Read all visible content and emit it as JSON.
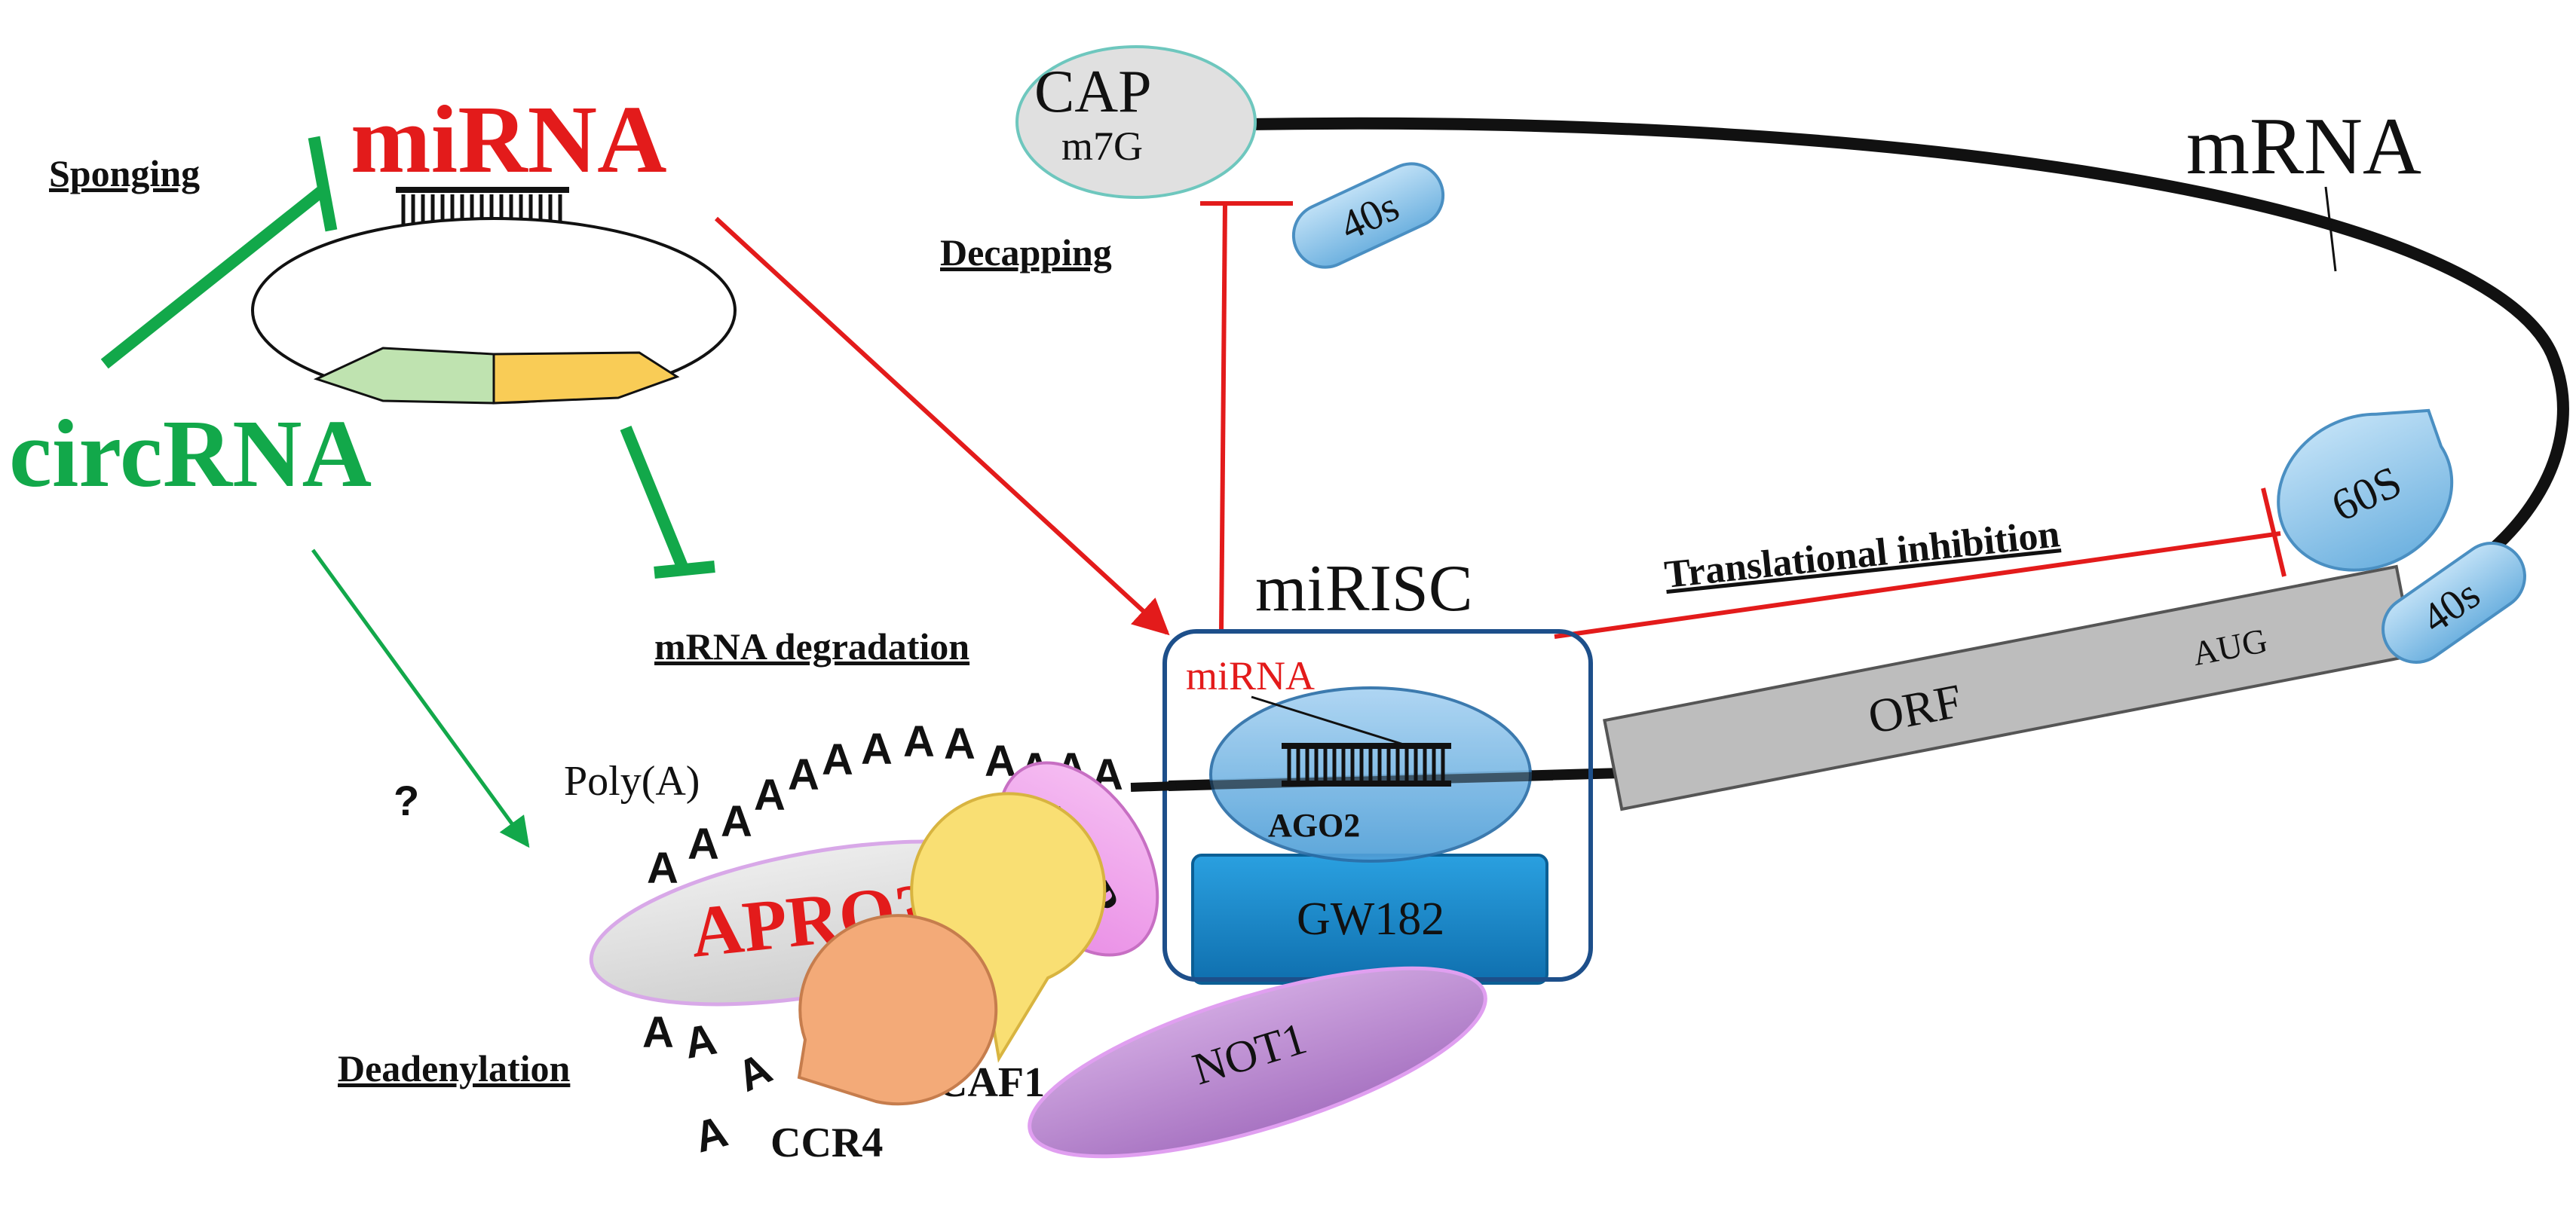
{
  "labels": {
    "mirna_top": "miRNA",
    "circrna": "circRNA",
    "sponging": "Sponging",
    "mrna_degradation": "mRNA degradation",
    "question_mark": "?",
    "cap": "CAP",
    "m7g": "m7G",
    "decapping": "Decapping",
    "ribosome_40s_top": "40s",
    "mrna": "mRNA",
    "ribosome_60s": "60S",
    "ribosome_40s_bottom": "40s",
    "translational_inhibition": "Translational inhibition",
    "mirisc": "miRISC",
    "mirna_in_complex": "miRNA",
    "ago2": "AGO2",
    "gw182": "GW182",
    "orf": "ORF",
    "aug": "AUG",
    "poly_a": "Poly(A)",
    "pabp": "PABP",
    "apro": "APRO?",
    "deadenylation": "Deadenylation",
    "caf1": "CAF1",
    "ccr4": "CCR4",
    "not1": "NOT1",
    "a_letter": "A"
  },
  "colors": {
    "mirna_red": "#e31b1b",
    "circrna_green": "#12a84a",
    "ribosome_blue": "#8ec6ea",
    "gw182_blue": "#1a86c8",
    "pabp_pink": "#f2a8ee",
    "not1_purple": "#bb88d0",
    "caf1_yellow": "#f9df73",
    "ccr4_orange": "#f3aa78",
    "orf_gray": "#bdbdbd",
    "complex_border": "#1d4f8a"
  }
}
